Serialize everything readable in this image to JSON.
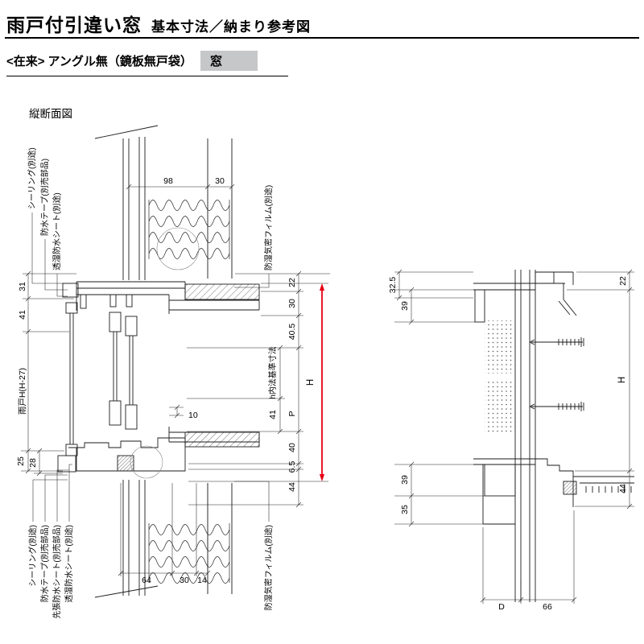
{
  "header": {
    "title_main": "雨戸付引違い窓",
    "title_sub": "基本寸法／納まり参考図",
    "category_prefix": "<在来>",
    "category_text": "アングル無（鏡板無戸袋）",
    "category_badge": "窓",
    "section_label": "縦断面図"
  },
  "annotations": {
    "sealing": "シーリング(別途)",
    "waterproof_tape": "防水テープ(別売部品)",
    "breathable_sheet": "透湿防水シート(別途)",
    "pre_waterproof_sheet": "先張防水シート(別売部品)",
    "vapor_film": "防湿気密フィルム(別途)"
  },
  "left_view": {
    "dim_98": "98",
    "dim_top_30": "30",
    "dim_31": "31",
    "dim_41_left": "41",
    "dim_amado_h": "雨戸H(H-27)",
    "dim_25": "25",
    "dim_28": "28",
    "dim_22": "22",
    "dim_right_30": "30",
    "dim_40_5": "40.5",
    "dim_h_base": "h内法基準寸法",
    "dim_10": "10",
    "dim_41_right": "41",
    "dim_P": "P",
    "dim_H": "H",
    "dim_40": "40",
    "dim_6_5": "6.5",
    "dim_44": "44",
    "dim_64": "64",
    "dim_bottom_30": "30",
    "dim_14": "14"
  },
  "right_view": {
    "dim_32_5": "32.5",
    "dim_39_top": "39",
    "dim_22": "22",
    "dim_H": "H",
    "dim_39_bottom": "39",
    "dim_35": "35",
    "dim_44": "44",
    "dim_D": "D",
    "dim_66": "66"
  },
  "colors": {
    "accent_red": "#e60012",
    "badge_bg": "#c6c7c8"
  }
}
